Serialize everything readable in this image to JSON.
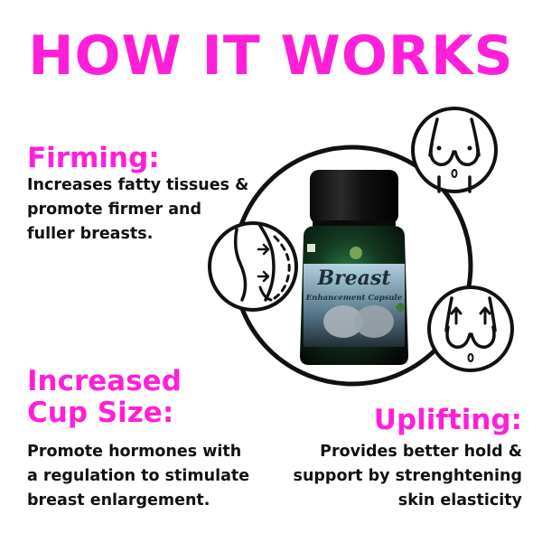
{
  "title": "HOW IT WORKS",
  "colors": {
    "accent": "#ff1fd8",
    "text": "#111111",
    "background": "#ffffff"
  },
  "sections": {
    "firming": {
      "heading": "Firming:",
      "lines": [
        "Increases fatty tissues &",
        "promote firmer and",
        "fuller breasts."
      ]
    },
    "cup_size": {
      "heading_lines": [
        "Increased",
        "Cup Size:"
      ],
      "lines": [
        "Promote hormones with",
        "a regulation to stimulate",
        "breast enlargement."
      ]
    },
    "uplifting": {
      "heading": "Uplifting:",
      "lines": [
        "Provides better hold &",
        "support by strenghtening",
        "skin elasticity"
      ]
    }
  },
  "product": {
    "label_lines": [
      "Breast",
      "Enhancement Capsule"
    ]
  },
  "icons": [
    "front-torso-icon",
    "side-profile-icon",
    "lifted-torso-icon"
  ]
}
